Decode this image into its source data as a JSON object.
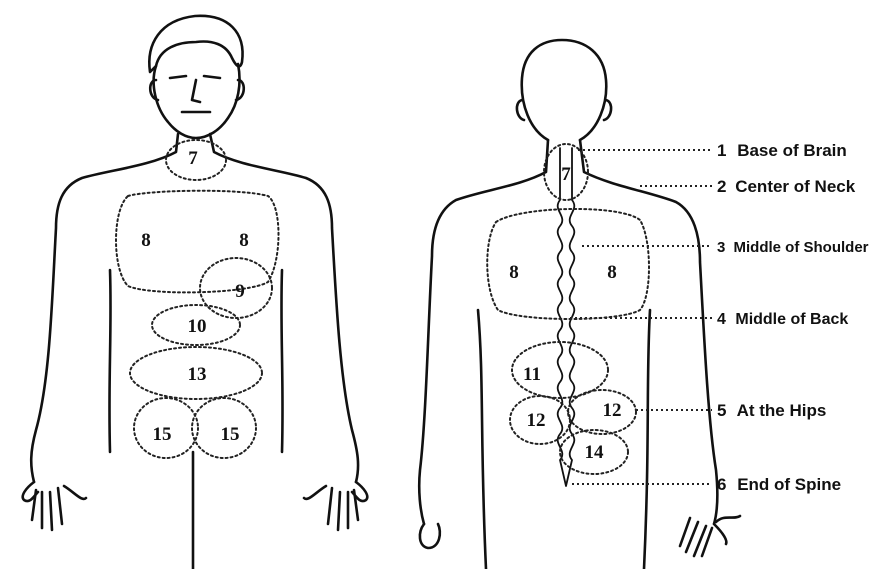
{
  "front_zones": {
    "neck": "7",
    "chest_left": "8",
    "chest_right": "8",
    "upper_abdomen": "9",
    "mid_abdomen": "10",
    "lower_abdomen": "13",
    "groin_left": "15",
    "groin_right": "15"
  },
  "back_zones": {
    "neck": "7",
    "upper_back_left": "8",
    "upper_back_right": "8",
    "lower_back_left": "11",
    "hip_left": "12",
    "hip_right": "12",
    "sacrum": "14"
  },
  "spine_points": [
    {
      "num": "1",
      "label": "Base of Brain"
    },
    {
      "num": "2",
      "label": "Center of Neck"
    },
    {
      "num": "3",
      "label": "Middle of Shoulder"
    },
    {
      "num": "4",
      "label": "Middle of Back"
    },
    {
      "num": "5",
      "label": "At the Hips"
    },
    {
      "num": "6",
      "label": "End of Spine"
    }
  ]
}
